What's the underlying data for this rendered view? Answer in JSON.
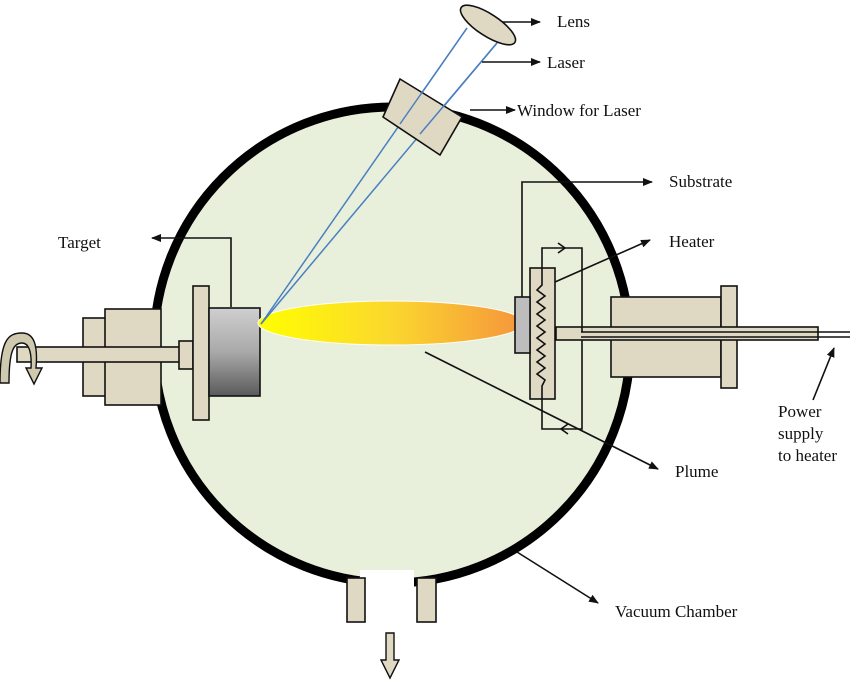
{
  "diagram": {
    "title": "Pulsed Laser Deposition system schematic",
    "labels": {
      "lens": "Lens",
      "laser": "Laser",
      "window": "Window for Laser",
      "substrate": "Substrate",
      "heater": "Heater",
      "target": "Target",
      "plume": "Plume",
      "power_line1": "Power",
      "power_line2": "supply",
      "power_line3": "to heater",
      "chamber": "Vacuum Chamber"
    },
    "colors": {
      "chamber_fill": "#e8efdb",
      "chamber_wall": "#000000",
      "part_fill": "#dfd9c4",
      "laser_beam": "#4a7fc1",
      "plume_start": "#ffff00",
      "plume_end": "#f5953c",
      "substrate_fill": "#bdbdbd"
    }
  }
}
